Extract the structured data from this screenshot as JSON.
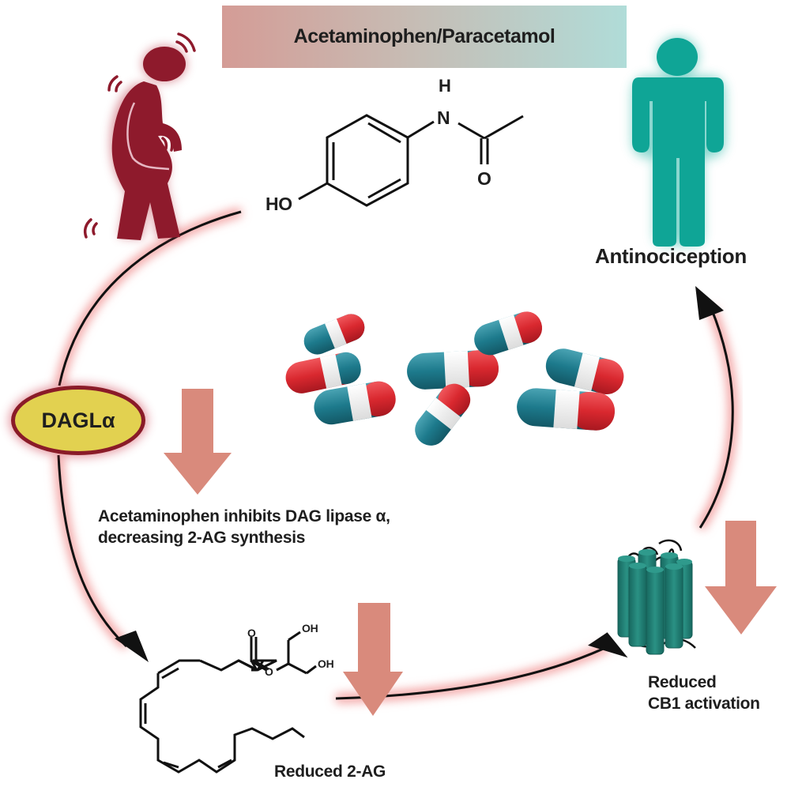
{
  "title": "Acetaminophen/Paracetamol",
  "molecule_acetaminophen": {
    "atoms": {
      "h": "H",
      "n": "N",
      "o": "O",
      "ho": "HO"
    }
  },
  "molecule_2ag": {
    "atoms": {
      "o_carbonyl": "O",
      "o_ester": "O",
      "oh1": "OH",
      "oh2": "OH"
    }
  },
  "enzyme": {
    "label": "DAGLα"
  },
  "mechanism": {
    "line1": "Acetaminophen inhibits DAG lipase α,",
    "line2": "decreasing 2-AG synthesis"
  },
  "product": {
    "label": "Reduced 2-AG"
  },
  "receptor": {
    "line1": "Reduced",
    "line2": "CB1 activation"
  },
  "outcome": {
    "label": "Antinociception"
  },
  "colors": {
    "pain_figure": "#8e1a2c",
    "relief_figure": "#0fa596",
    "down_arrow": "#d98a7c",
    "enzyme_fill": "#e2d150",
    "enzyme_border": "#8a1b28",
    "receptor": "#1f7f74",
    "capsule_red": "#d9282f",
    "capsule_blue": "#1d7a8c"
  },
  "icons": [
    "pain-person-icon",
    "healthy-person-icon",
    "capsule-pills-icon",
    "cb1-receptor-icon",
    "down-arrow-icon",
    "cycle-arrow-icon"
  ]
}
